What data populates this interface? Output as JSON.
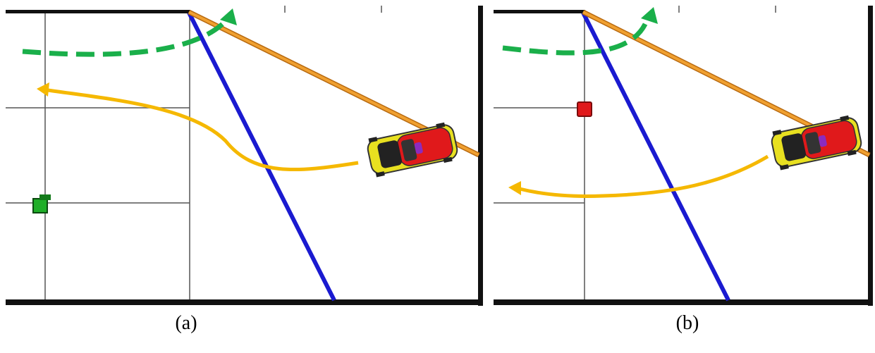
{
  "figure": {
    "captions": [
      "(a)",
      "(b)"
    ]
  },
  "colors": {
    "grid": "#555555",
    "border": "#111111",
    "blue_line": "#1a1ad0",
    "orange_line": "#e8901a",
    "green_path": "#1aaf4a",
    "yellow_path": "#f5b800",
    "green_marker": "#1fae28",
    "red_marker": "#e0191b",
    "car_body": "#e8e020",
    "car_cabin": "#e0191b"
  },
  "panels": [
    {
      "id": "a",
      "marker": "green-square-marker"
    },
    {
      "id": "b",
      "marker": "red-square-marker"
    }
  ]
}
